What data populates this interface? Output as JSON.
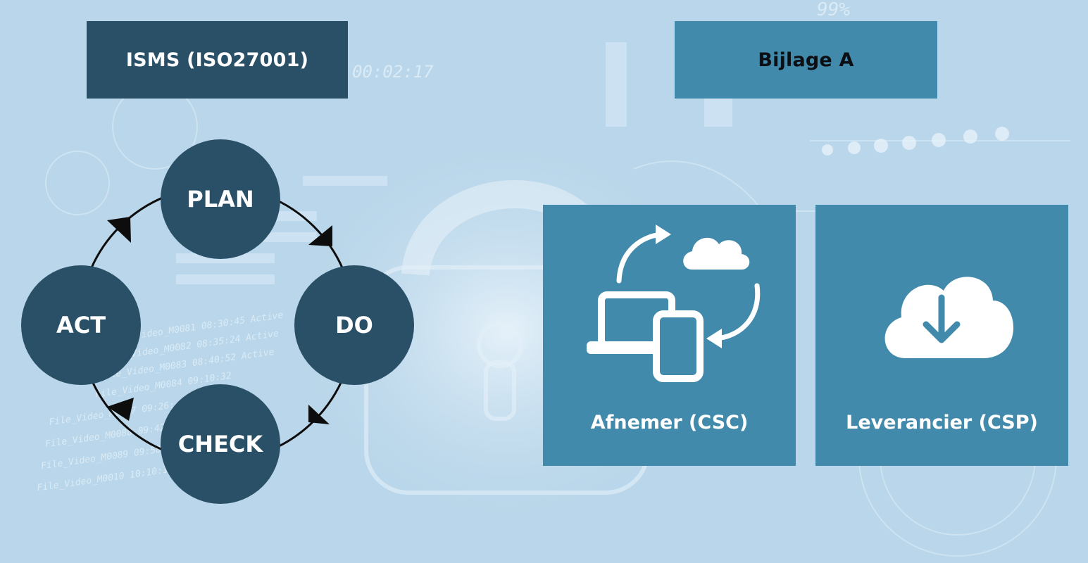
{
  "banners": {
    "isms": "ISMS (ISO27001)",
    "annex": "Bijlage A"
  },
  "cycle": {
    "plan": "PLAN",
    "do": "DO",
    "check": "CHECK",
    "act": "ACT"
  },
  "cards": {
    "csc": "Afnemer (CSC)",
    "csp": "Leverancier (CSP)"
  },
  "background_text": {
    "percent": "99%",
    "timer": "00:02:17",
    "rows": [
      "File_Video_M0081  08:30:45  Active",
      "File_Video_M0082  08:35:24  Active",
      "File_Video_M0083  08:40:52  Active",
      "File_Video_M0084  09:10:32",
      "File_Video_M0087  09:26:",
      "File_Video_M0088  09:42:53",
      "File_Video_M0089  09:58:07",
      "File_Video_M0010  10:10:10  Active"
    ]
  },
  "colors": {
    "dark_blue": "#2a5068",
    "mid_blue": "#428aac",
    "background": "#b9d6ea"
  }
}
